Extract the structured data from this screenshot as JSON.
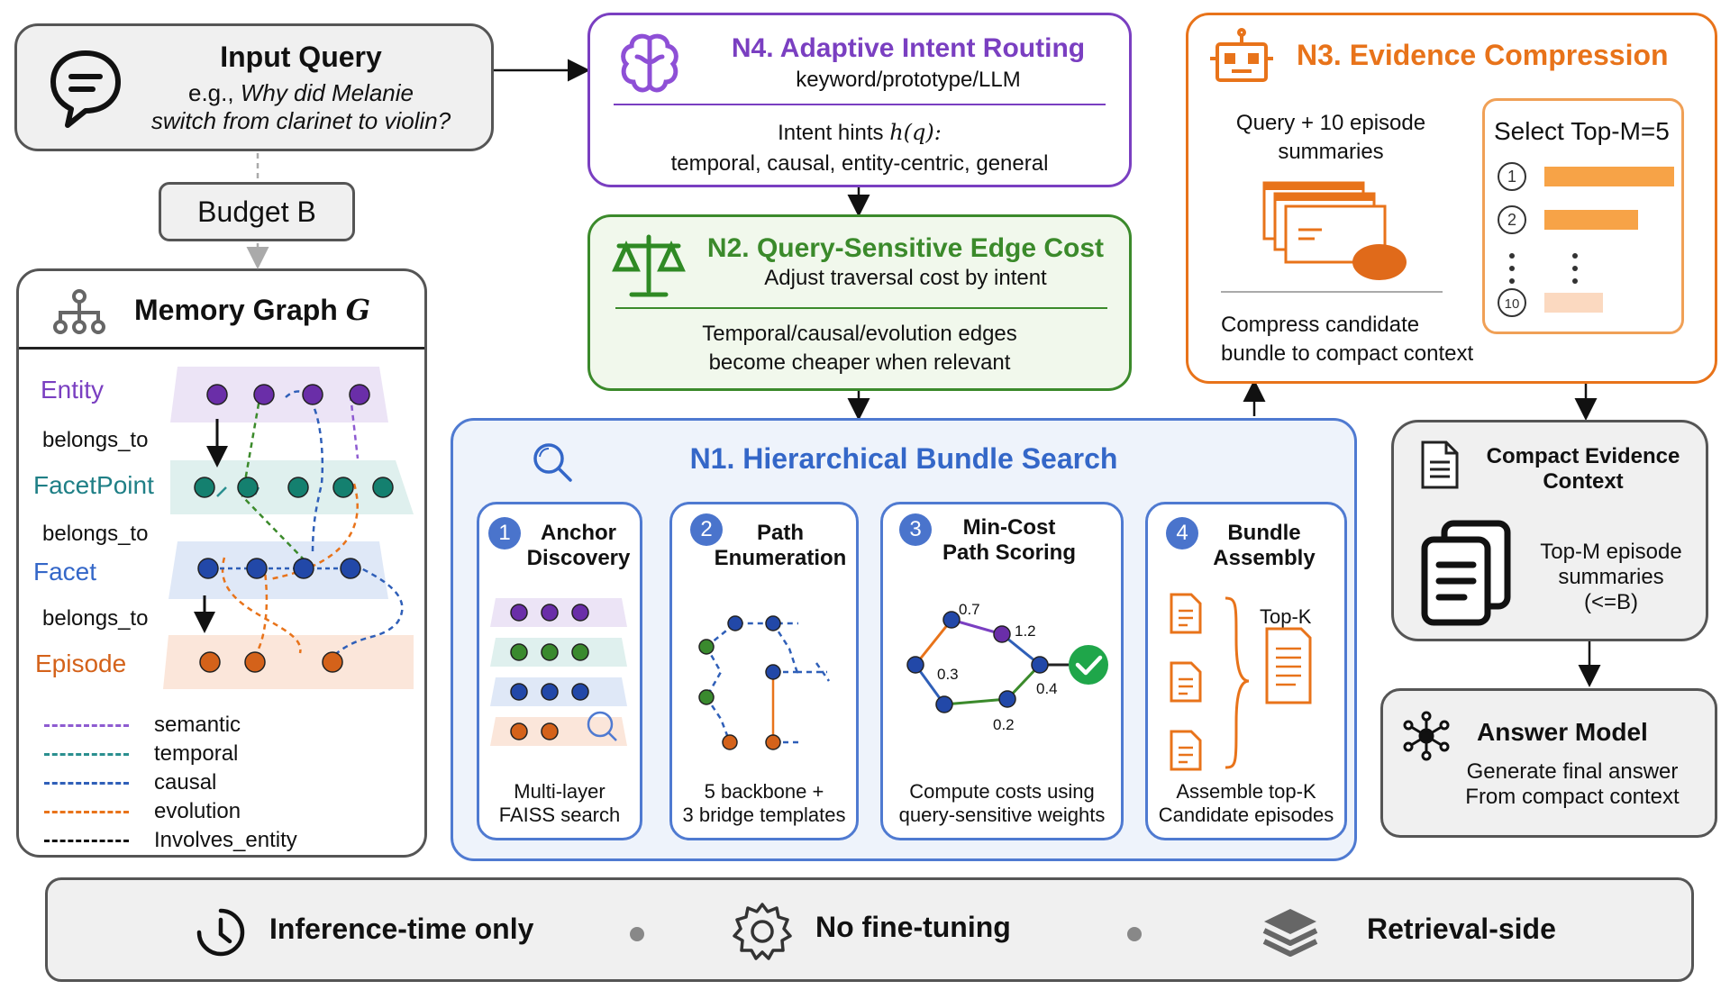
{
  "input_query": {
    "title": "Input Query",
    "example_prefix": "e.g.,",
    "example_line1": "Why did Melanie",
    "example_line2": "switch from clarinet to violin?"
  },
  "budget": {
    "label": "Budget B"
  },
  "memory_graph": {
    "title": "Memory Graph",
    "title_symbol": "G",
    "layers": [
      "Entity",
      "FacetPoint",
      "Facet",
      "Episode"
    ],
    "relation_label": "belongs_to",
    "legend": [
      {
        "label": "semantic",
        "color": "#8e5bd1"
      },
      {
        "label": "temporal",
        "color": "#2a8f8f"
      },
      {
        "label": "causal",
        "color": "#2f5fb8"
      },
      {
        "label": "evolution",
        "color": "#e8731a"
      },
      {
        "label": "Involves_entity",
        "color": "#111111"
      }
    ]
  },
  "n4": {
    "title": "N4. Adaptive Intent Routing",
    "subtitle": "keyword/prototype/LLM",
    "hint_prefix": "Intent hints",
    "hint_symbol": "h(q):",
    "hint_list": "temporal, causal, entity-centric, general"
  },
  "n2": {
    "title": "N2. Query-Sensitive Edge Cost",
    "subtitle": "Adjust traversal cost by intent",
    "body_line1": "Temporal/causal/evolution edges",
    "body_line2": "become cheaper when relevant"
  },
  "n3": {
    "title": "N3. Evidence Compression",
    "input_line1": "Query + 10 episode",
    "input_line2": "summaries",
    "select_title": "Select Top-M=5",
    "rank_labels": [
      "1",
      "2",
      "10"
    ],
    "rank_fractions": [
      1.0,
      0.72,
      0.45
    ],
    "body_line1": "Compress candidate",
    "body_line2": "bundle to compact context"
  },
  "n1": {
    "title": "N1. Hierarchical Bundle Search",
    "steps": [
      {
        "num": "1",
        "title_line1": "Anchor",
        "title_line2": "Discovery",
        "caption_line1": "Multi-layer",
        "caption_line2": "FAISS search"
      },
      {
        "num": "2",
        "title_line1": "Path",
        "title_line2": "Enumeration",
        "caption_line1": "5 backbone +",
        "caption_line2": "3 bridge templates"
      },
      {
        "num": "3",
        "title_line1": "Min-Cost",
        "title_line2": "Path Scoring",
        "caption_line1": "Compute costs using",
        "caption_line2": "query-sensitive weights"
      },
      {
        "num": "4",
        "title_line1": "Bundle",
        "title_line2": "Assembly",
        "caption_line1": "Assemble top-K",
        "caption_line2": "Candidate episodes"
      }
    ],
    "edge_weights": [
      "0.7",
      "1.2",
      "0.3",
      "0.4",
      "0.2"
    ],
    "topk_label": "Top-K"
  },
  "compact": {
    "title_line1": "Compact Evidence",
    "title_line2": "Context",
    "body_line1": "Top-M episode",
    "body_line2": "summaries",
    "body_line3": "(<=B)"
  },
  "answer": {
    "title": "Answer Model",
    "body_line1": "Generate final answer",
    "body_line2": "From compact context"
  },
  "footer": {
    "items": [
      "Inference-time only",
      "No fine-tuning",
      "Retrieval-side"
    ]
  },
  "colors": {
    "purple": "#7a3fc1",
    "green": "#3b8a2b",
    "orange": "#e8731a",
    "blue": "#3467c8"
  }
}
